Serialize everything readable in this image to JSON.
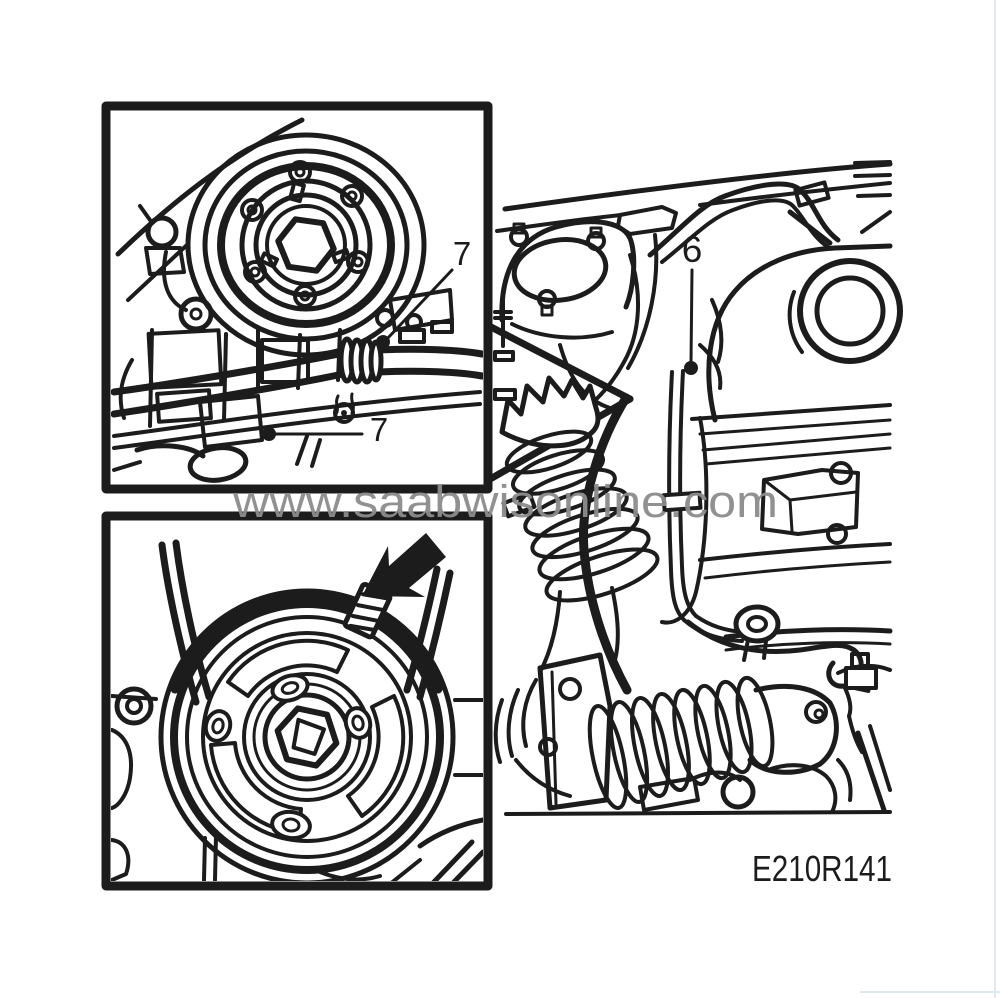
{
  "figure": {
    "watermark": "www.saabwisonline.com",
    "code": "E210R141",
    "callout_6": "6",
    "callout_7_upper": "7",
    "callout_7_lower": "7"
  },
  "colors": {
    "line": "#1c1c1c",
    "bg": "#ffffff",
    "wm": "#8c8c8c",
    "edge": "#dfe9ee"
  }
}
